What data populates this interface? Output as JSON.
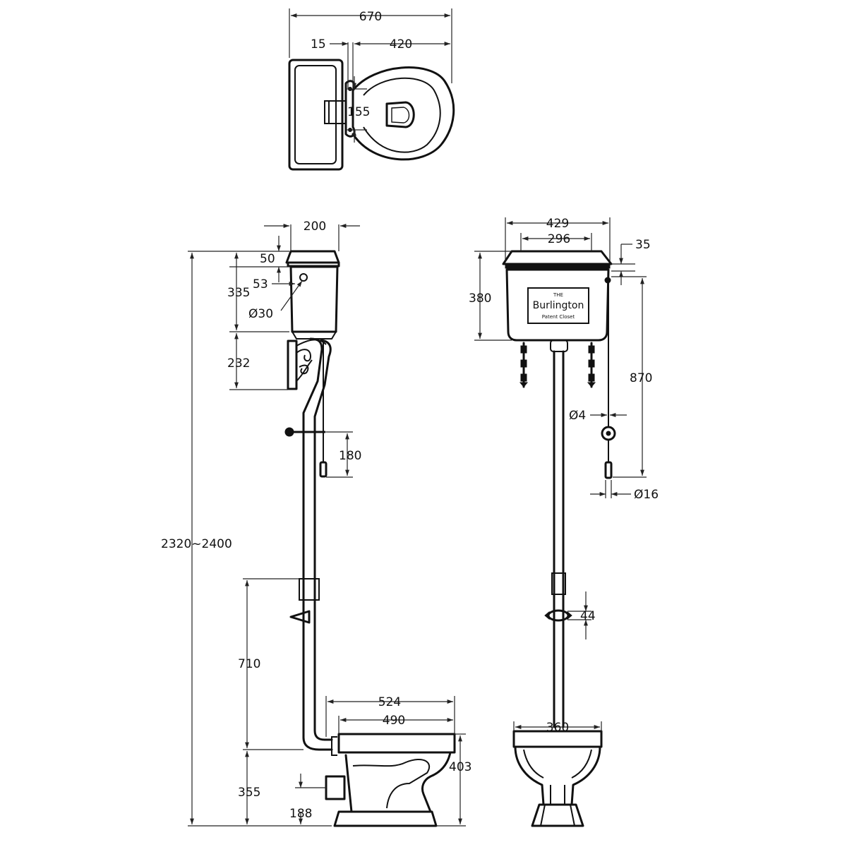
{
  "top_view": {
    "width_overall": "670",
    "hinge_offset": "15",
    "seat_width": "420",
    "hinge_spacing": "155"
  },
  "side_view": {
    "cistern_depth": "200",
    "lid_height": "50",
    "cistern_height": "335",
    "outlet_offset": "53",
    "inlet_diameter": "Ø30",
    "bracket_height": "232",
    "chain_pull": "180",
    "overall_height": "2320~2400",
    "pipe_length": "710",
    "pan_length": "524",
    "seat_length": "490",
    "outlet_height": "355",
    "waste_height": "188",
    "pan_height": "403"
  },
  "front_view": {
    "cistern_width": "429",
    "lid_width": "296",
    "lid_offset": "35",
    "cistern_height": "380",
    "chain_length": "870",
    "chain_diameter": "Ø4",
    "handle_diameter": "Ø16",
    "clip_height": "44",
    "pan_width": "360",
    "brand_the": "THE",
    "brand_name": "Burlington",
    "brand_sub": "Patent Closet"
  }
}
